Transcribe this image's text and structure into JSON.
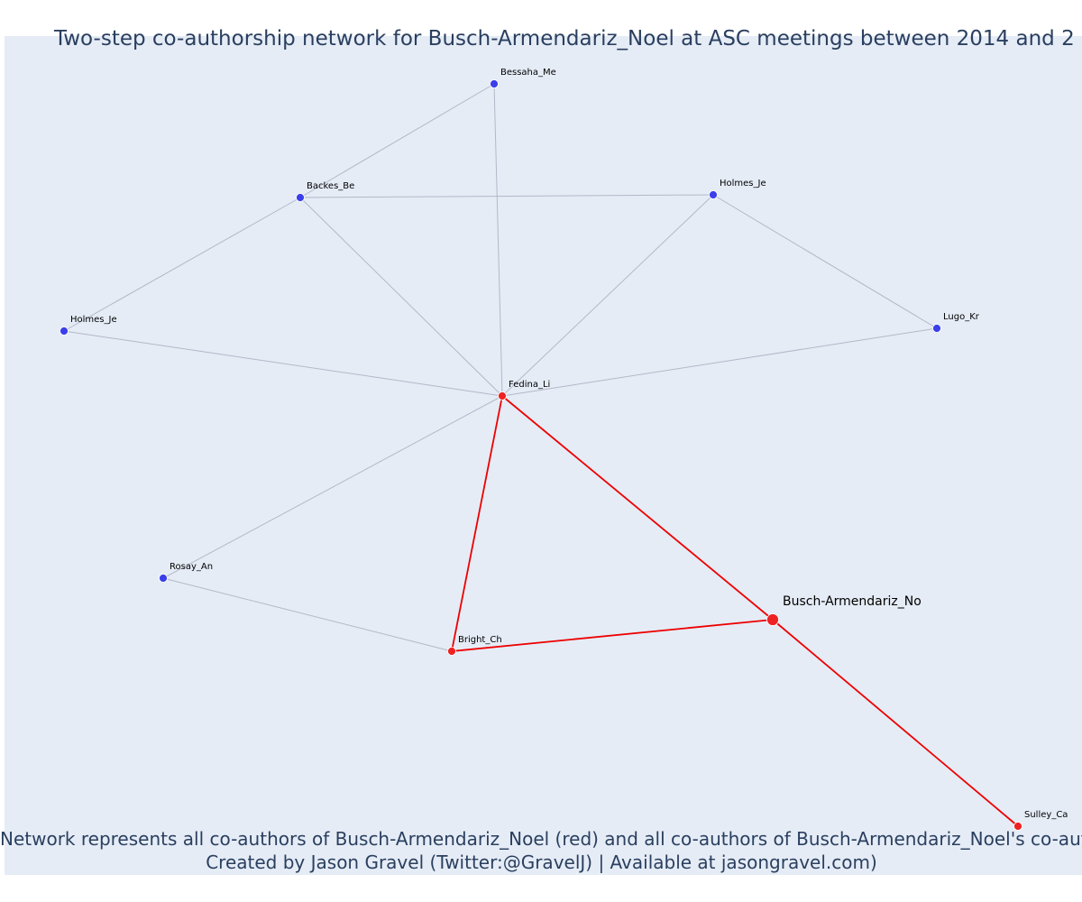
{
  "title": "Two-step co-authorship network for Busch-Armendariz_Noel at ASC meetings between 2014 and 2",
  "caption": {
    "line1": "Network represents all co-authors of Busch-Armendariz_Noel (red) and all co-authors of Busch-Armendariz_Noel's co-authors (b",
    "line2": "Created by Jason Gravel (Twitter:@GravelJ) | Available at jasongravel.com)"
  },
  "colors": {
    "background": "#e5ecf6",
    "focal": "#ee2222",
    "coauthor": "#ee2222",
    "second_step": "#3b3fea",
    "focal_edge": "#ee0000",
    "other_edge": "#b4b8c8",
    "text": "#2a3f5f"
  },
  "chart_data": {
    "type": "network",
    "nodes": [
      {
        "id": "busch",
        "label": "Busch-Armendariz_No",
        "group": "focal"
      },
      {
        "id": "fedina",
        "label": "Fedina_Li",
        "group": "coauthor"
      },
      {
        "id": "bright",
        "label": "Bright_Ch",
        "group": "coauthor"
      },
      {
        "id": "sulley",
        "label": "Sulley_Ca",
        "group": "coauthor"
      },
      {
        "id": "bessaha",
        "label": "Bessaha_Me",
        "group": "second_step"
      },
      {
        "id": "backes",
        "label": "Backes_Be",
        "group": "second_step"
      },
      {
        "id": "holmes1",
        "label": "Holmes_Je",
        "group": "second_step"
      },
      {
        "id": "holmes2",
        "label": "Holmes_Je",
        "group": "second_step"
      },
      {
        "id": "lugo",
        "label": "Lugo_Kr",
        "group": "second_step"
      },
      {
        "id": "rosay",
        "label": "Rosay_An",
        "group": "second_step"
      }
    ],
    "edges": [
      {
        "source": "busch",
        "target": "fedina",
        "focal": true
      },
      {
        "source": "busch",
        "target": "bright",
        "focal": true
      },
      {
        "source": "busch",
        "target": "sulley",
        "focal": true
      },
      {
        "source": "fedina",
        "target": "bright",
        "focal": true
      },
      {
        "source": "fedina",
        "target": "bessaha",
        "focal": false
      },
      {
        "source": "fedina",
        "target": "backes",
        "focal": false
      },
      {
        "source": "fedina",
        "target": "holmes1",
        "focal": false
      },
      {
        "source": "fedina",
        "target": "holmes2",
        "focal": false
      },
      {
        "source": "fedina",
        "target": "lugo",
        "focal": false
      },
      {
        "source": "fedina",
        "target": "rosay",
        "focal": false
      },
      {
        "source": "backes",
        "target": "bessaha",
        "focal": false
      },
      {
        "source": "backes",
        "target": "holmes2",
        "focal": false
      },
      {
        "source": "backes",
        "target": "holmes1",
        "focal": false
      },
      {
        "source": "holmes2",
        "target": "lugo",
        "focal": false
      },
      {
        "source": "rosay",
        "target": "bright",
        "focal": false
      }
    ]
  }
}
